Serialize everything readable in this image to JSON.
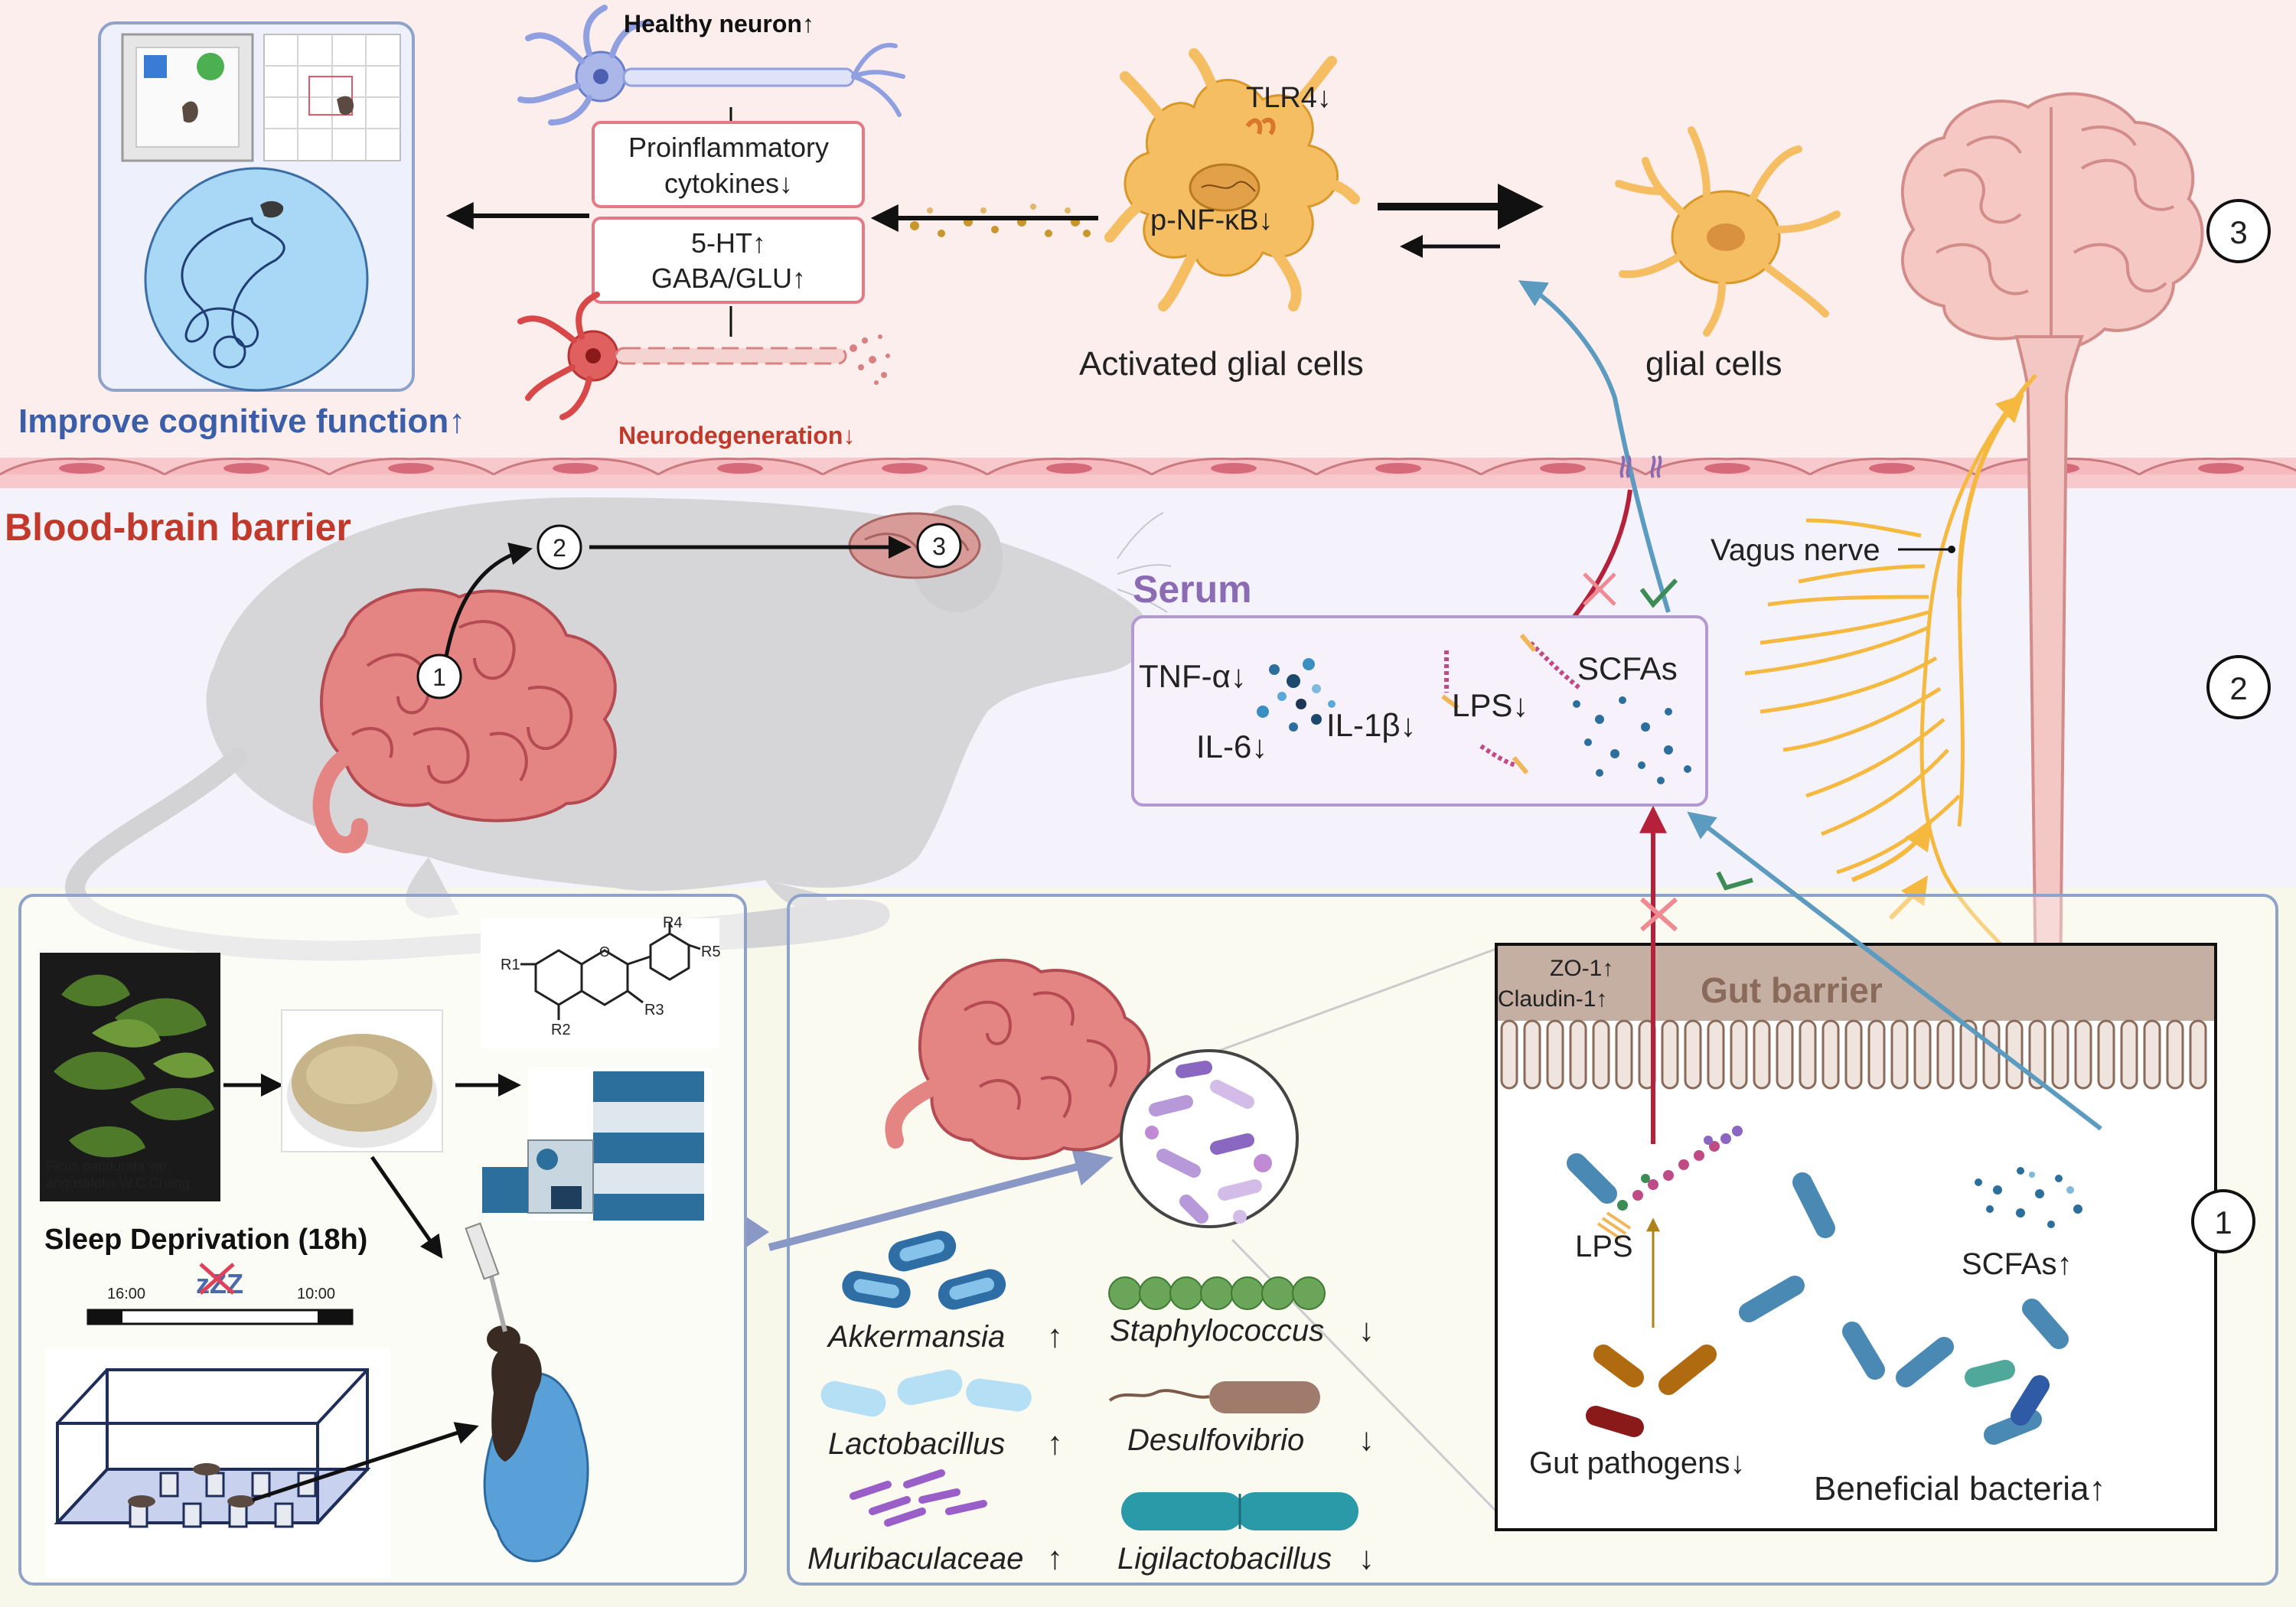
{
  "brain_region": {
    "healthy_neuron": "Healthy neuron↑",
    "proinflammatory": "Proinflammatory",
    "cytokines": "cytokines↓",
    "serotonin": "5-HT↑",
    "gaba_glu": "GABA/GLU↑",
    "neurodegeneration": "Neurodegeneration↓",
    "improve_cognitive": "Improve cognitive function↑",
    "tlr4": "TLR4↓",
    "p_nfkb": "p-NF-κB↓",
    "activated_glial": "Activated glial cells",
    "glial_cells": "glial cells",
    "step_3": "3"
  },
  "barrier": {
    "bbb_label": "Blood-brain barrier"
  },
  "serum_region": {
    "serum_title": "Serum",
    "tnf": "TNF-α↓",
    "il6": "IL-6↓",
    "il1b": "IL-1β↓",
    "lps": "LPS↓",
    "scfas": "SCFAs",
    "vagus": "Vagus nerve",
    "step_2": "2",
    "mouse_step_1": "1",
    "mouse_step_2": "2",
    "mouse_step_3": "3"
  },
  "experiment": {
    "plant_label_1": "Ficus pandurata var.",
    "plant_label_2": "angustifolia W.C.Chang",
    "chem_r1": "R1",
    "chem_r2": "R2",
    "chem_r3": "R3",
    "chem_r4": "R4",
    "chem_r5": "R5",
    "sleep_title": "Sleep Deprivation (18h)",
    "time_start": "16:00",
    "time_end": "10:00",
    "zzz": "zZZ"
  },
  "gut_region": {
    "bacteria": [
      {
        "name": "Akkermansia",
        "arrow": "↑"
      },
      {
        "name": "Lactobacillus",
        "arrow": "↑"
      },
      {
        "name": "Muribaculaceae",
        "arrow": "↑"
      },
      {
        "name": "Staphylococcus",
        "arrow": "↓"
      },
      {
        "name": "Desulfovibrio",
        "arrow": "↓"
      },
      {
        "name": "Ligilactobacillus",
        "arrow": "↓"
      }
    ],
    "zo1": "ZO-1↑",
    "claudin": "Claudin-1↑",
    "gut_barrier": "Gut barrier",
    "lps": "LPS",
    "scfas": "SCFAs↑",
    "pathogens": "Gut pathogens↓",
    "beneficial": "Beneficial bacteria↑",
    "step_1": "1"
  },
  "colors": {
    "brain_bg": "#fdeeee",
    "serum_bg": "#f4f2fa",
    "gut_bg": "#f7f8ea",
    "panel_border": "#8fa3c9",
    "title_blue": "#3b5ea8",
    "title_red": "#c0392b",
    "serum_purple": "#8b6bb3",
    "nerve_orange": "#f5b940",
    "lps_pink": "#c04a86",
    "scfa_blue": "#4a89b4",
    "pathogen_brown": "#b06a10"
  }
}
